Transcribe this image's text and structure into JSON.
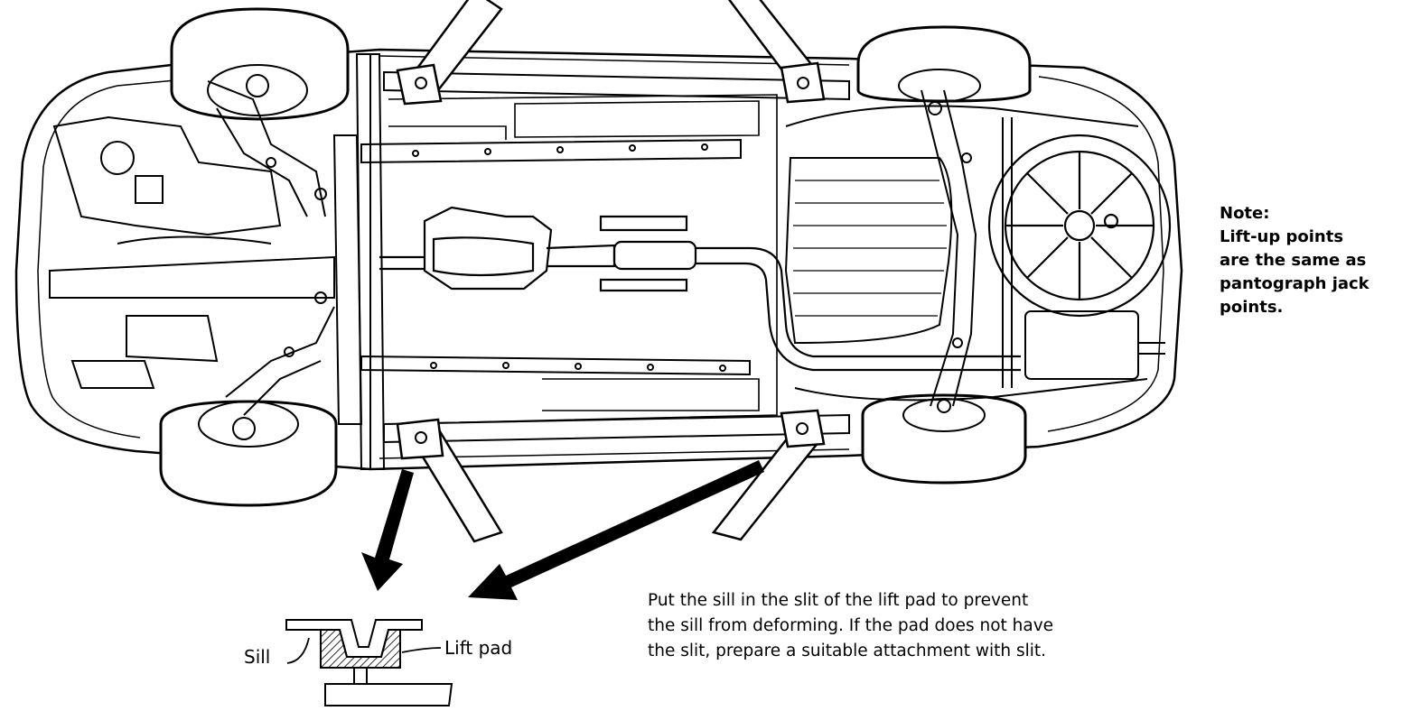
{
  "note": {
    "heading": "Note:",
    "lines": [
      "Lift-up points",
      "are the same as",
      "pantograph jack",
      "points."
    ]
  },
  "instruction": {
    "lines": [
      "Put the sill in the slit of the lift pad to prevent",
      "the sill from deforming.  If the pad does not have",
      "the slit, prepare a suitable attachment with slit."
    ]
  },
  "detail": {
    "sill_label": "Sill",
    "pad_label": "Lift pad"
  },
  "colors": {
    "ink": "#000000",
    "paper": "#ffffff"
  }
}
